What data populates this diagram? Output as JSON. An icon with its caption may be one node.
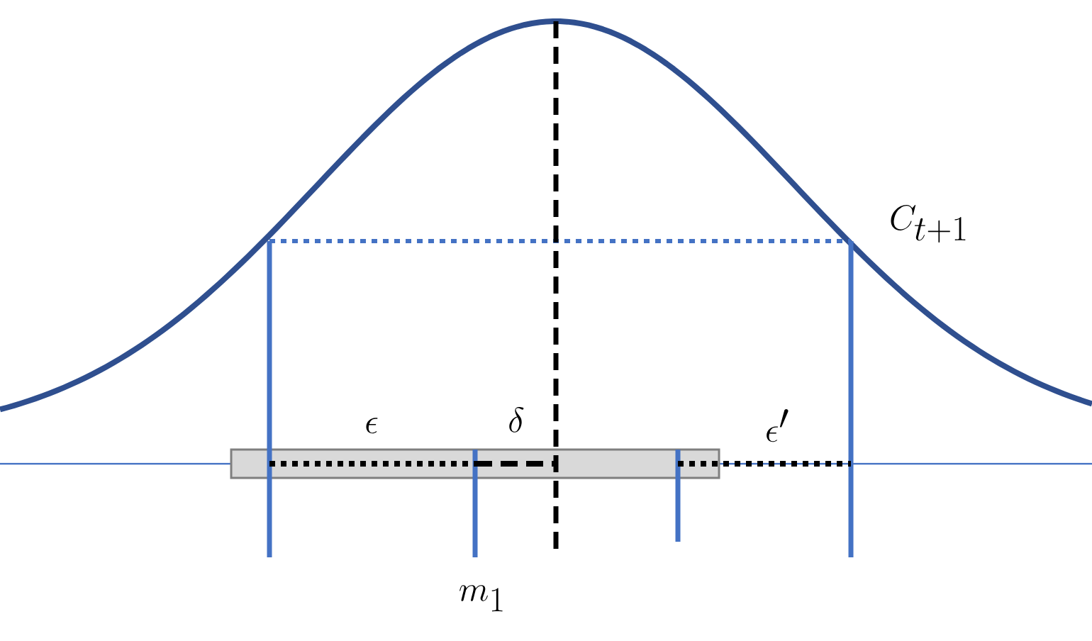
{
  "diagram": {
    "labels": [
      "C_{t+1}",
      "\\epsilon",
      "\\delta",
      "\\epsilon'",
      "m_1"
    ]
  }
}
